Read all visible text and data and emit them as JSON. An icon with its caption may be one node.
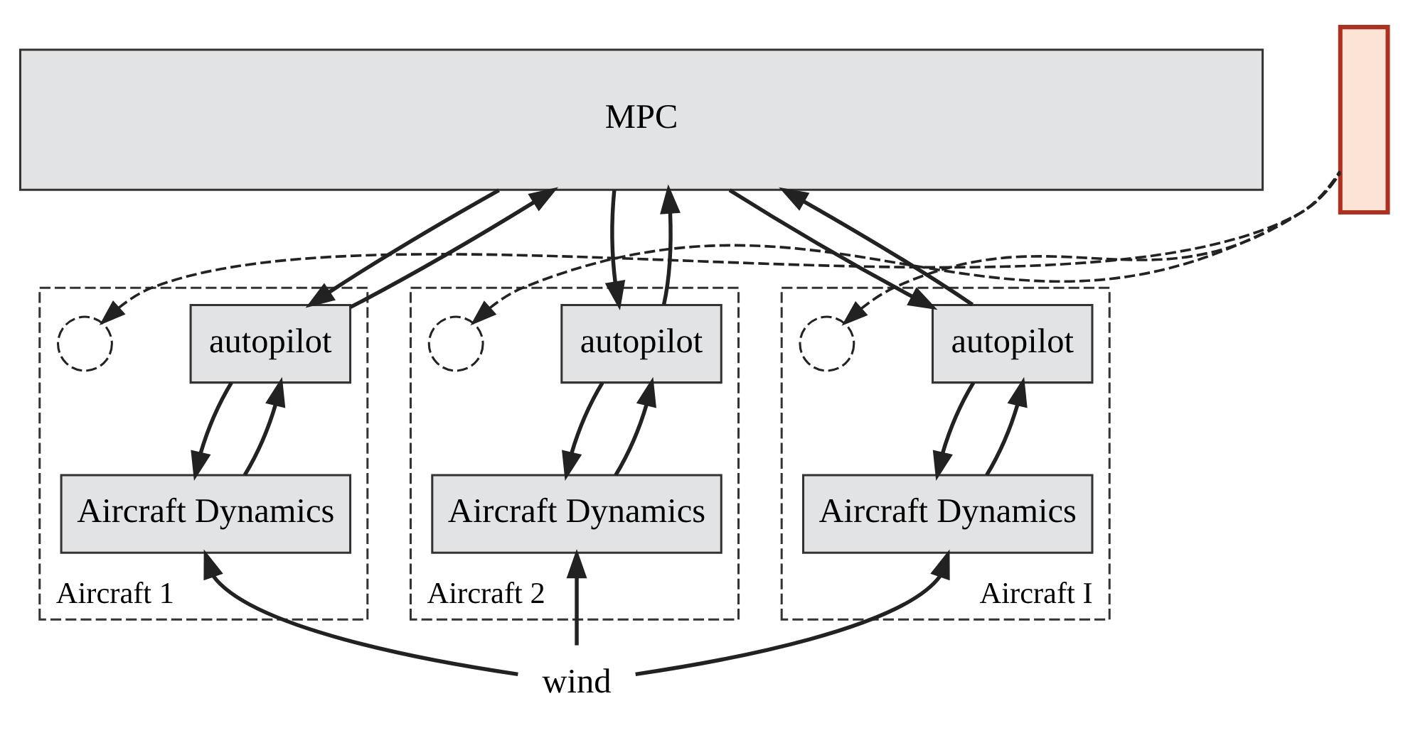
{
  "diagram": {
    "nodes": [
      {
        "text": [
          "MPC"
        ]
      },
      {
        "text": [
          "Aircraft 1"
        ]
      },
      {
        "text": [
          "autopilot"
        ],
        "in": 1
      },
      {
        "text": [
          "Aircraft Dynamics"
        ],
        "in": 1
      },
      {
        "text": [],
        "shape": "circle",
        "in": 1
      },
      {
        "text": [
          "Aircraft 2"
        ]
      },
      {
        "text": [
          "autopilot"
        ],
        "in": 5
      },
      {
        "text": [
          "Aircraft Dynamics"
        ],
        "in": 5
      },
      {
        "text": [],
        "shape": "circle",
        "in": 5
      },
      {
        "text": [
          "Aircraft I"
        ]
      },
      {
        "text": [
          "autopilot"
        ],
        "in": 9
      },
      {
        "text": [
          "Aircraft Dynamics"
        ],
        "in": 9
      },
      {
        "text": [],
        "shape": "circle",
        "in": 9
      },
      {
        "text": [
          "wind"
        ]
      },
      {
        "text": [],
        "shape": "box"
      }
    ],
    "edges": [
      {
        "from": 0,
        "to": 2,
        "arrow": "to"
      },
      {
        "from": 2,
        "to": 0,
        "arrow": "to"
      },
      {
        "from": 2,
        "to": 3,
        "arrow": "to"
      },
      {
        "from": 3,
        "to": 2,
        "arrow": "to"
      },
      {
        "from": 0,
        "to": 6,
        "arrow": "to"
      },
      {
        "from": 6,
        "to": 0,
        "arrow": "to"
      },
      {
        "from": 6,
        "to": 7,
        "arrow": "to"
      },
      {
        "from": 7,
        "to": 6,
        "arrow": "to"
      },
      {
        "from": 0,
        "to": 10,
        "arrow": "to"
      },
      {
        "from": 10,
        "to": 0,
        "arrow": "to"
      },
      {
        "from": 10,
        "to": 11,
        "arrow": "to"
      },
      {
        "from": 11,
        "to": 10,
        "arrow": "to"
      },
      {
        "from": 13,
        "to": 3,
        "arrow": "to"
      },
      {
        "from": 13,
        "to": 7,
        "arrow": "to"
      },
      {
        "from": 13,
        "to": 11,
        "arrow": "to"
      },
      {
        "from": 14,
        "to": 4,
        "arrow": "to",
        "style": "dashed"
      },
      {
        "from": 14,
        "to": 8,
        "arrow": "to",
        "style": "dashed"
      },
      {
        "from": 14,
        "to": 12,
        "arrow": "to",
        "style": "dashed"
      }
    ]
  }
}
